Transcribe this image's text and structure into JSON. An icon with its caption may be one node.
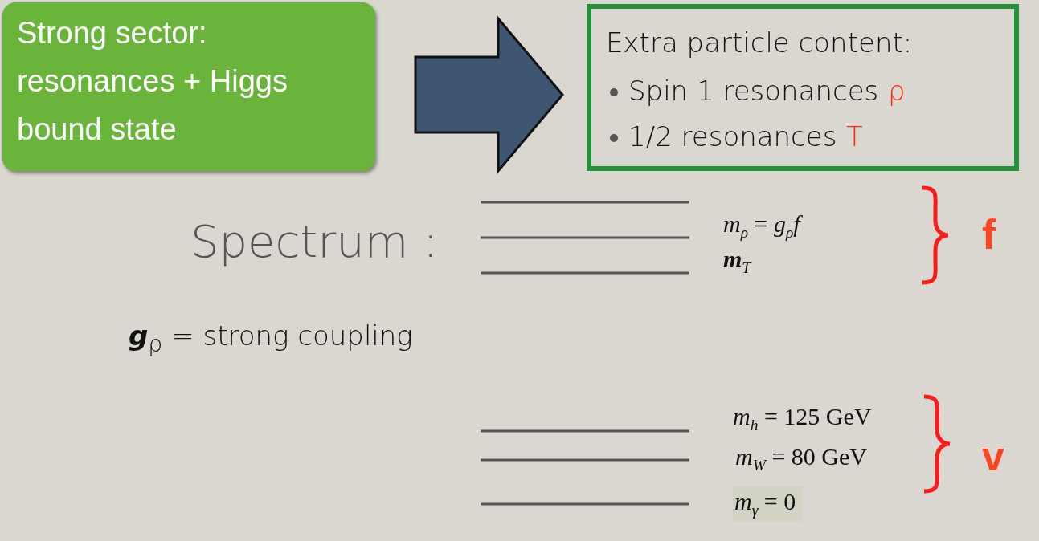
{
  "diagram": {
    "nodes": [
      {
        "text": [
          "Strong  sector: resonances + Higgs bound state"
        ]
      },
      {
        "text": [
          "Extra particle content:",
          "Spin 1 resonances",
          "ρ",
          "1/2 resonances",
          "T"
        ]
      }
    ],
    "edges": [
      {
        "from": 0,
        "to": 1,
        "arrow": "to",
        "style": "thick"
      }
    ],
    "labels": [
      "Spectrum :",
      "*m*$_{ρ}$ = *g*$_{ρ}$*f*",
      "f",
      "**m**$_{T}$",
      "**g**$_{ρ}$ = strong coupling",
      "*m*$_{h}$ = 125 GeV",
      "*m*$_{W}$ = 80 GeV",
      "v",
      "*m*$_{γ}$ = 0"
    ]
  }
}
